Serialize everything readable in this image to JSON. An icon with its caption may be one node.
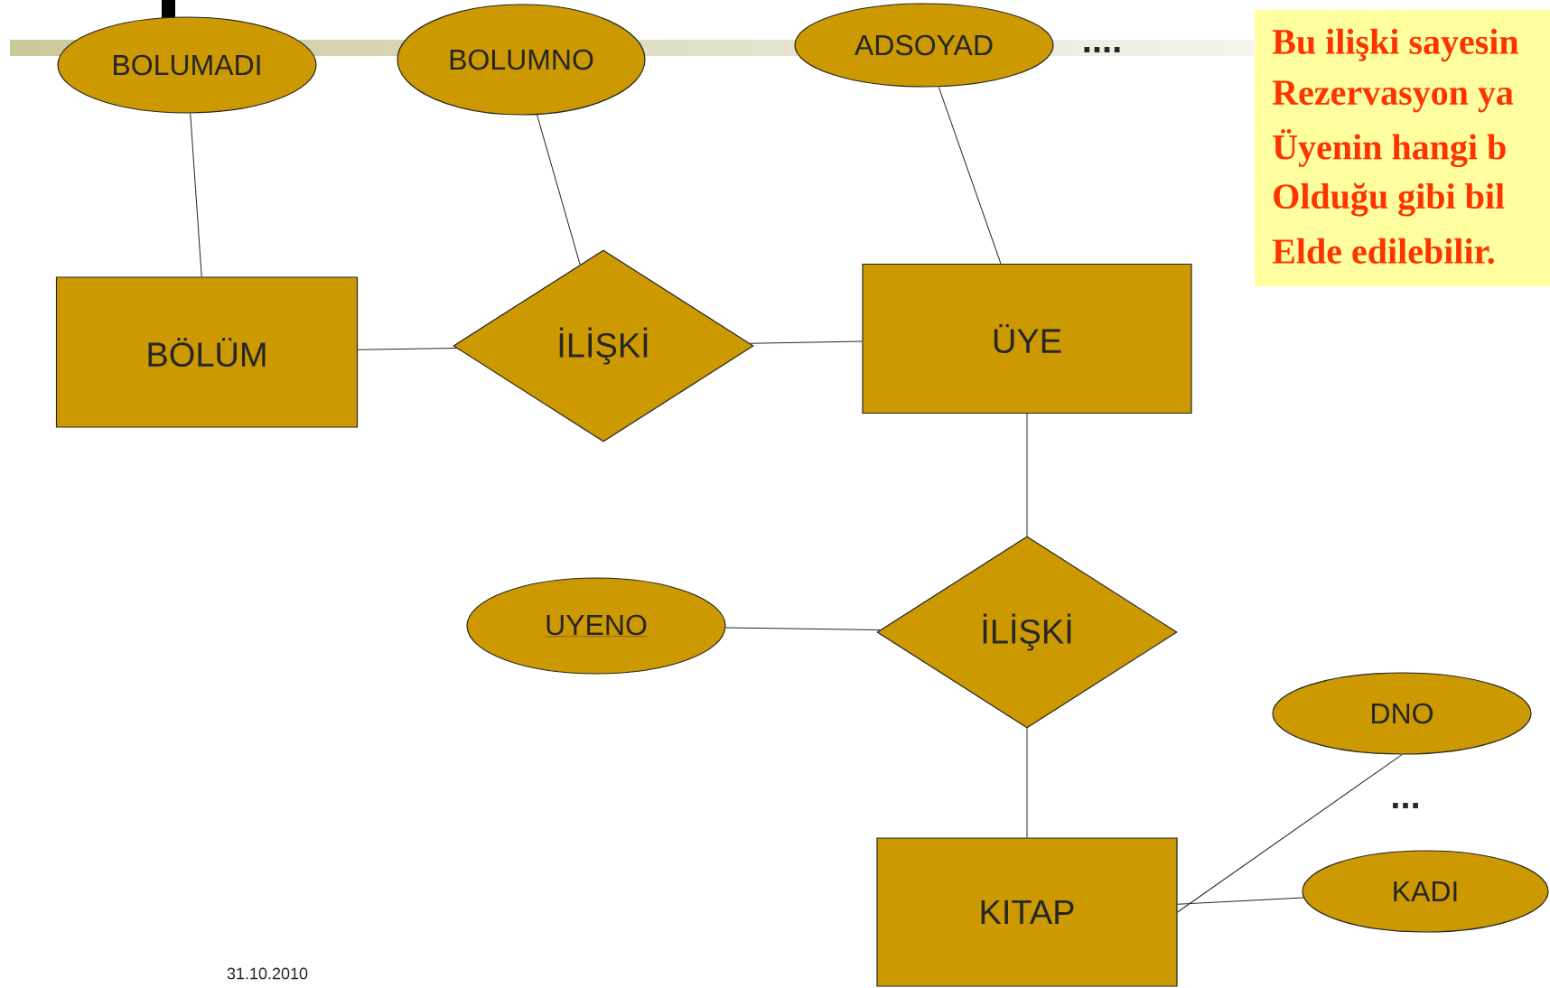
{
  "diagram": {
    "nodes": [
      {
        "text": [
          "BOLUMADI"
        ]
      },
      {
        "text": [
          "BOLUMNO"
        ]
      },
      {
        "text": [
          "ADSOYAD"
        ]
      },
      {
        "text": [
          "BÖLÜM"
        ]
      },
      {
        "text": [
          "İLİŞKİ"
        ]
      },
      {
        "text": [
          "ÜYE"
        ]
      },
      {
        "text": [
          "UYENO"
        ]
      },
      {
        "text": [
          "İLİŞKİ"
        ]
      },
      {
        "text": [
          "DNO"
        ]
      },
      {
        "text": [
          "KITAP"
        ]
      },
      {
        "text": [
          "KADI"
        ]
      }
    ],
    "edges": [
      {
        "from": 0,
        "to": 3,
        "arrow": "none"
      },
      {
        "from": 1,
        "to": 4,
        "arrow": "none"
      },
      {
        "from": 2,
        "to": 5,
        "arrow": "none"
      },
      {
        "from": 3,
        "to": 4,
        "arrow": "none"
      },
      {
        "from": 4,
        "to": 5,
        "arrow": "none"
      },
      {
        "from": 5,
        "to": 7,
        "arrow": "none"
      },
      {
        "from": 6,
        "to": 7,
        "arrow": "none"
      },
      {
        "from": 7,
        "to": 9,
        "arrow": "none"
      },
      {
        "from": 8,
        "to": 9,
        "arrow": "none"
      },
      {
        "from": 10,
        "to": 9,
        "arrow": "none"
      }
    ],
    "labels": [
      "....",
      "Bu ilişki sayesin",
      "Rezervasyon ya",
      "Üyenin hangi b",
      "Olduğu gibi bil",
      "Elde edilebilir.",
      "...",
      "31.10.2010"
    ]
  }
}
